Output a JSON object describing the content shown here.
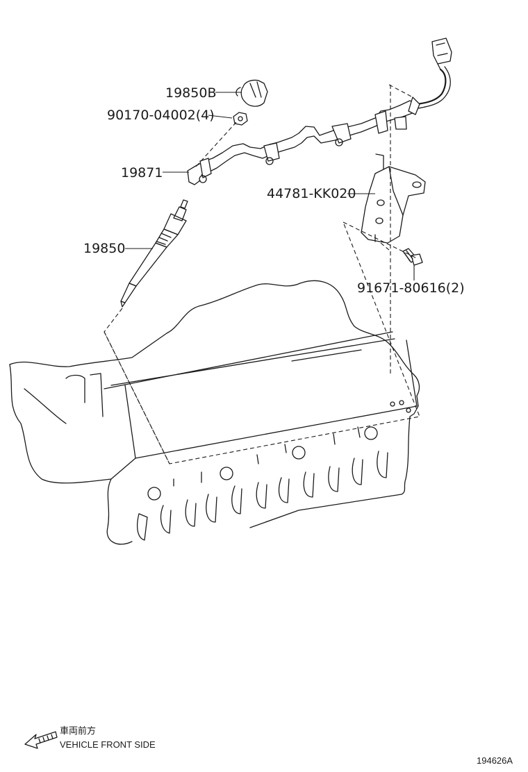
{
  "callouts": {
    "terminal": "19850B",
    "nut": "90170-04002(4)",
    "harness": "19871",
    "plug": "19850",
    "bracket": "44781-KK020",
    "bolt": "91671-80616(2)"
  },
  "legend": {
    "japanese": "車両前方",
    "english": "VEHICLE FRONT SIDE"
  },
  "illustration_id": "194626A"
}
